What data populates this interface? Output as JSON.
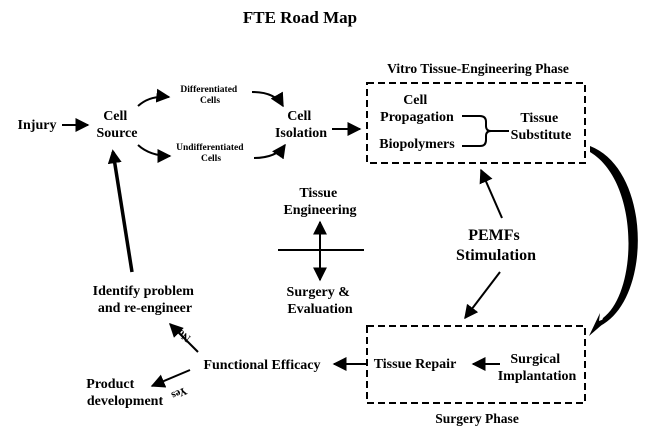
{
  "title": "FTE Road Map",
  "nodes": {
    "injury": "Injury",
    "cell_source": [
      "Cell",
      "Source"
    ],
    "differentiated": [
      "Differentiated",
      "Cells"
    ],
    "undifferentiated": [
      "Undifferentiated",
      "Cells"
    ],
    "cell_isolation": [
      "Cell",
      "Isolation"
    ],
    "cell_propagation": [
      "Cell",
      "Propagation"
    ],
    "biopolymers": "Biopolymers",
    "tissue_substitute": [
      "Tissue",
      "Substitute"
    ],
    "tissue_engineering": [
      "Tissue",
      "Engineering"
    ],
    "surgery_evaluation": [
      "Surgery &",
      "Evaluation"
    ],
    "pemfs": [
      "PEMFs",
      "Stimulation"
    ],
    "identify_problem": [
      "Identify problem",
      "and re-engineer"
    ],
    "functional_efficacy": "Functional Efficacy",
    "product_development": [
      "Product",
      "development"
    ],
    "tissue_repair": "Tissue Repair",
    "surgical_implantation": [
      "Surgical",
      "Implantation"
    ]
  },
  "phases": {
    "vitro": "Vitro Tissue-Engineering Phase",
    "surgery": "Surgery Phase"
  },
  "branch_labels": {
    "no": "No",
    "yes": "Yes"
  }
}
